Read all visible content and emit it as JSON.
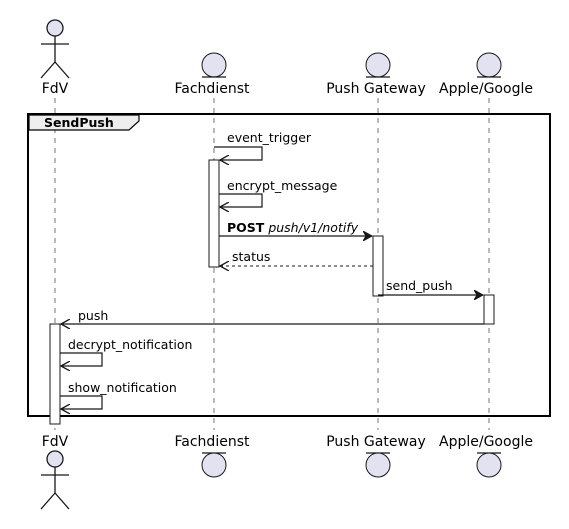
{
  "participants": {
    "fdv": {
      "name": "FdV",
      "kind": "actor"
    },
    "fachdienst": {
      "name": "Fachdienst",
      "kind": "entity"
    },
    "push_gateway": {
      "name": "Push Gateway",
      "kind": "entity"
    },
    "apple_google": {
      "name": "Apple/Google",
      "kind": "entity"
    }
  },
  "frame": {
    "title": "SendPush"
  },
  "messages": {
    "event_trigger": {
      "label": "event_trigger",
      "style": "self"
    },
    "encrypt_message": {
      "label": "encrypt_message",
      "style": "self"
    },
    "post": {
      "method": "POST",
      "path": "push/v1/notify",
      "style": "solid"
    },
    "status": {
      "label": "status",
      "style": "dashed"
    },
    "send_push": {
      "label": "send_push",
      "style": "solid"
    },
    "push": {
      "label": "push",
      "style": "solid"
    },
    "decrypt_notification": {
      "label": "decrypt_notification",
      "style": "self"
    },
    "show_notification": {
      "label": "show_notification",
      "style": "self"
    }
  },
  "colors": {
    "participant_fill": "#e2e2f0",
    "participant_stroke": "#181818",
    "lifeline": "#181818",
    "frame_tab": "#eeeeee"
  }
}
